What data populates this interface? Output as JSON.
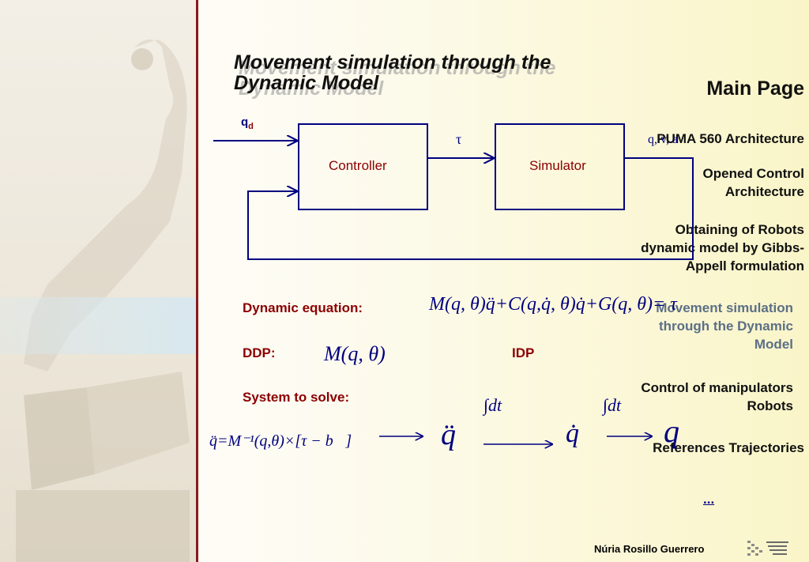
{
  "sidebar": {
    "main_page": "Main  Page",
    "items": [
      {
        "label_lines": [
          "PUMA 560 Architecture"
        ]
      },
      {
        "label_lines": [
          "Opened Control",
          "Architecture"
        ]
      },
      {
        "label_lines": [
          "Obtaining of Robots",
          "dynamic model by Gibbs-",
          "Appell formulation"
        ]
      },
      {
        "label_lines": [
          "Movement simulation",
          "through the Dynamic",
          "Model"
        ],
        "active": true
      },
      {
        "label_lines": [
          "Control of manipulators",
          "Robots"
        ]
      },
      {
        "label_lines": [
          "References Trajectories"
        ]
      }
    ]
  },
  "slide": {
    "title_line1": "Movement simulation through the",
    "title_line2": "Dynamic Model",
    "diagram": {
      "input_label_main": "q",
      "input_label_sub": "d",
      "controller": "Controller",
      "simulator": "Simulator",
      "tau": "τ",
      "output": "q, v, a"
    },
    "dynamic_equation_label": "Dynamic equation:",
    "dynamic_equation": "M(q, θ)q̈+C(q,q̇, θ)q̇+G(q, θ)= τ",
    "ddp_label": "DDP:",
    "ddp_expr": "M(q, θ)",
    "idp_label": "IDP",
    "system_label": "System to solve:",
    "system_expr": "q̈=M⁻¹(q,θ)×[τ − b⃗]",
    "qdd": "q̈",
    "qd": "q̇",
    "q": "q",
    "integral1": "∫dt",
    "integral2": "∫dt",
    "ellipsis": "...",
    "footer": "Núria Rosillo Guerrero"
  },
  "colors": {
    "divider": "#8b1a1a",
    "label_red": "#8b0000",
    "diagram_navy": "#000080"
  }
}
